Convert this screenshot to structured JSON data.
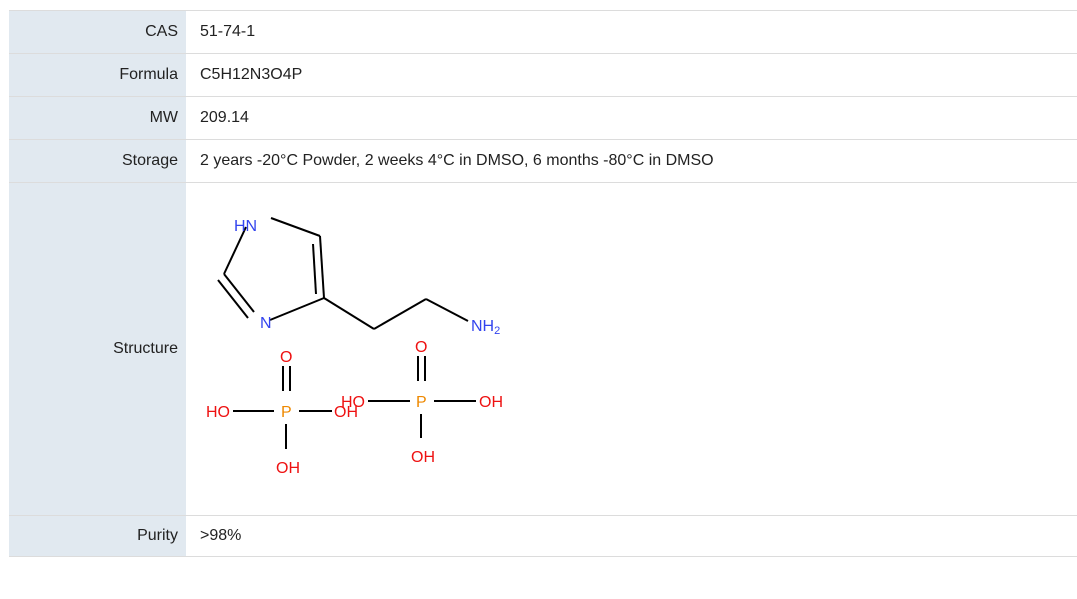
{
  "rows": [
    {
      "label": "CAS",
      "value": "51-74-1"
    },
    {
      "label": "Formula",
      "value": "C5H12N3O4P"
    },
    {
      "label": "MW",
      "value": "209.14"
    },
    {
      "label": "Storage",
      "value": "2 years -20°C Powder, 2 weeks 4°C in DMSO, 6 months -80°C in DMSO"
    },
    {
      "label": "Structure"
    },
    {
      "label": "Purity",
      "value": ">98%"
    }
  ],
  "structure": {
    "atoms": {
      "hn": "HN",
      "n": "N",
      "nh": "NH",
      "nh_sub": "2",
      "p1": "P",
      "o1": "O",
      "ho1": "HO",
      "oh1": "OH",
      "oh1b": "OH",
      "p2": "P",
      "o2": "O",
      "ho2": "HO",
      "oh2": "OH",
      "oh2b": "OH"
    },
    "colors": {
      "nitrogen": "#3344ee",
      "oxygen": "#ee1111",
      "phosphorus": "#ee8800",
      "bond": "#000000"
    }
  }
}
